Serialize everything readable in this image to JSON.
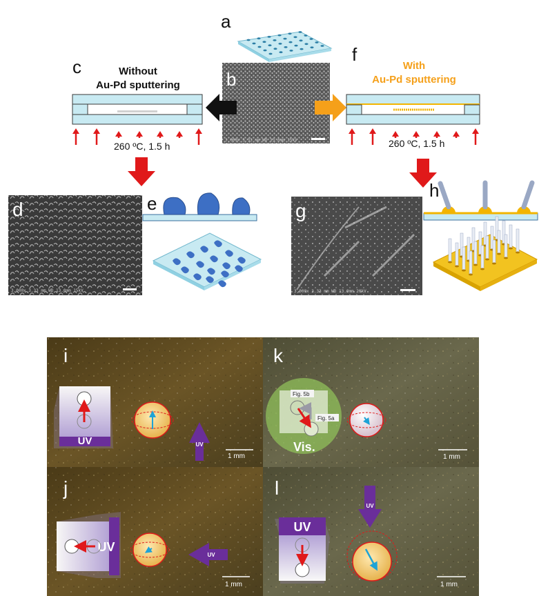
{
  "panel_letters": {
    "a": "a",
    "b": "b",
    "c": "c",
    "d": "d",
    "e": "e",
    "f": "f",
    "g": "g",
    "h": "h",
    "i": "i",
    "j": "j",
    "k": "k",
    "l": "l"
  },
  "without": {
    "line1": "Without",
    "line2": "Au-Pd sputtering",
    "condition": "260 ºC, 1.5 h"
  },
  "with": {
    "line1": "With",
    "line2": "Au-Pd sputtering",
    "condition": "260 ºC, 1.5 h"
  },
  "sem_info": {
    "b": "3,000x  3.33 mm  WD 13.0mm  15kV",
    "d": "3,000x  3.33 mm  WD 13.0mm  15kV",
    "g": "3,000x  3.33 mm  WD 13.0mm  20kV"
  },
  "photo": {
    "uv": "UV",
    "uv_small": "UV",
    "vis": "Vis.",
    "fig5b": "Fig. 5b",
    "fig5a": "Fig. 5a",
    "scale": "1 mm"
  },
  "colors": {
    "orange": "#f5a01a",
    "red": "#e0191a",
    "blue_film": "#c8eaf2",
    "au": "#f2b400",
    "uv": "#6a2e9a",
    "vis": "#8fbf5a"
  }
}
